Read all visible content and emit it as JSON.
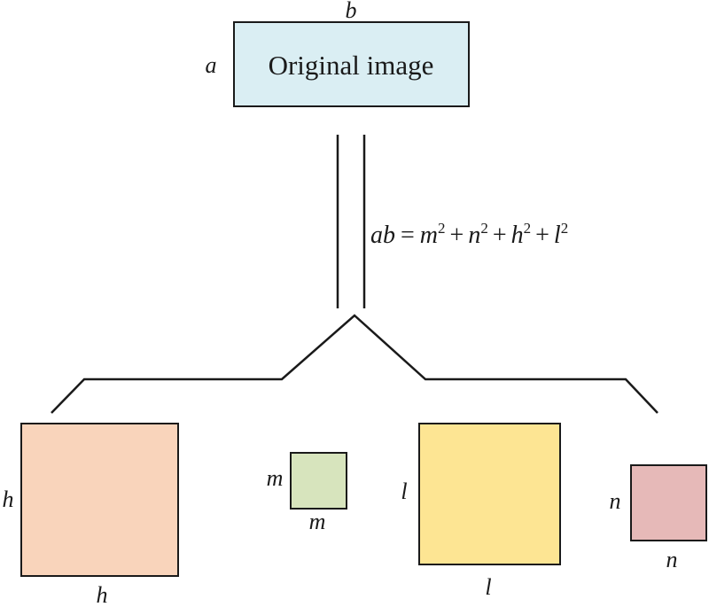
{
  "top": {
    "label": "Original image",
    "side_width": "b",
    "side_height": "a",
    "fill": "#daeef3"
  },
  "equation": {
    "lhs": "ab",
    "eq": "=",
    "terms": [
      {
        "base": "m",
        "exp": "2"
      },
      {
        "base": "n",
        "exp": "2"
      },
      {
        "base": "h",
        "exp": "2"
      },
      {
        "base": "l",
        "exp": "2"
      }
    ],
    "plus": "+"
  },
  "pieces": [
    {
      "name": "h",
      "side_left": "h",
      "side_bottom": "h",
      "fill": "#f9d4bb"
    },
    {
      "name": "m",
      "side_left": "m",
      "side_bottom": "m",
      "fill": "#d7e4bd"
    },
    {
      "name": "l",
      "side_left": "l",
      "side_bottom": "l",
      "fill": "#fde593"
    },
    {
      "name": "n",
      "side_left": "n",
      "side_bottom": "n",
      "fill": "#e6b9b8"
    }
  ],
  "colors": {
    "stroke": "#1a1a1a"
  }
}
